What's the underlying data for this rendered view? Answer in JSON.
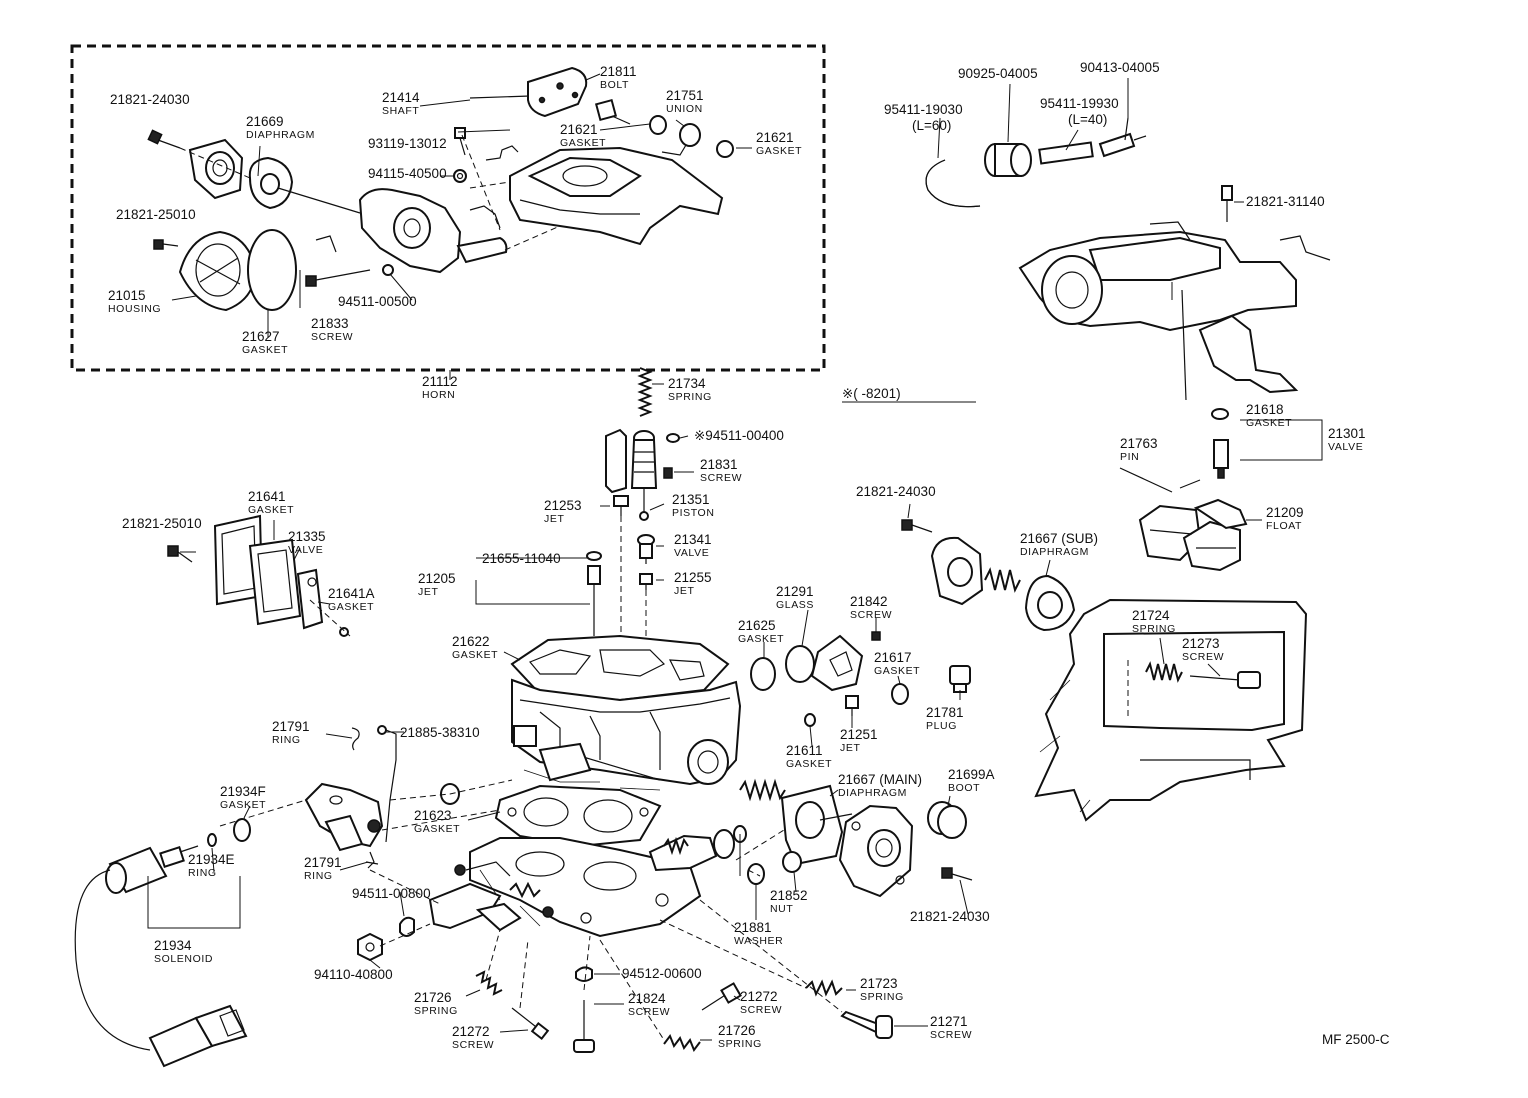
{
  "diagram": {
    "reference": "MF 2500-C",
    "note": "※(    -8201)",
    "labels": [
      {
        "id": "l01",
        "num": "21821-24030",
        "sub": ""
      },
      {
        "id": "l02",
        "num": "21669",
        "sub": "DIAPHRAGM"
      },
      {
        "id": "l03",
        "num": "21414",
        "sub": "SHAFT"
      },
      {
        "id": "l04",
        "num": "21811",
        "sub": "BOLT"
      },
      {
        "id": "l05",
        "num": "21751",
        "sub": "UNION"
      },
      {
        "id": "l06",
        "num": "21621",
        "sub": "GASKET"
      },
      {
        "id": "l07",
        "num": "21621",
        "sub": "GASKET"
      },
      {
        "id": "l08",
        "num": "93119-13012",
        "sub": ""
      },
      {
        "id": "l09",
        "num": "94115-40500",
        "sub": ""
      },
      {
        "id": "l10",
        "num": "21821-25010",
        "sub": ""
      },
      {
        "id": "l11",
        "num": "21015",
        "sub": "HOUSING"
      },
      {
        "id": "l12",
        "num": "21627",
        "sub": "GASKET"
      },
      {
        "id": "l13",
        "num": "21833",
        "sub": "SCREW"
      },
      {
        "id": "l14",
        "num": "94511-00500",
        "sub": ""
      },
      {
        "id": "l15",
        "num": "21112",
        "sub": "HORN"
      },
      {
        "id": "l16",
        "num": "90925-04005",
        "sub": ""
      },
      {
        "id": "l17",
        "num": "90413-04005",
        "sub": ""
      },
      {
        "id": "l18",
        "num": "95411-19030",
        "sub": "(L=60)"
      },
      {
        "id": "l19",
        "num": "95411-19930",
        "sub": "(L=40)"
      },
      {
        "id": "l20",
        "num": "21821-31140",
        "sub": ""
      },
      {
        "id": "l21",
        "num": "21734",
        "sub": "SPRING"
      },
      {
        "id": "l22",
        "num": "※94511-00400",
        "sub": ""
      },
      {
        "id": "l23",
        "num": "21831",
        "sub": "SCREW"
      },
      {
        "id": "l24",
        "num": "21253",
        "sub": "JET"
      },
      {
        "id": "l25",
        "num": "21351",
        "sub": "PISTON"
      },
      {
        "id": "l26",
        "num": "21341",
        "sub": "VALVE"
      },
      {
        "id": "l27",
        "num": "21255",
        "sub": "JET"
      },
      {
        "id": "l28",
        "num": "21655-11040",
        "sub": ""
      },
      {
        "id": "l29",
        "num": "21205",
        "sub": "JET"
      },
      {
        "id": "l30",
        "num": "21641",
        "sub": "GASKET"
      },
      {
        "id": "l31",
        "num": "21821-25010",
        "sub": ""
      },
      {
        "id": "l32",
        "num": "21335",
        "sub": "VALVE"
      },
      {
        "id": "l33",
        "num": "21641A",
        "sub": "GASKET"
      },
      {
        "id": "l34",
        "num": "21622",
        "sub": "GASKET"
      },
      {
        "id": "l35",
        "num": "21618",
        "sub": "GASKET"
      },
      {
        "id": "l36",
        "num": "21301",
        "sub": "VALVE"
      },
      {
        "id": "l37",
        "num": "21763",
        "sub": "PIN"
      },
      {
        "id": "l38",
        "num": "21821-24030",
        "sub": ""
      },
      {
        "id": "l39",
        "num": "21209",
        "sub": "FLOAT"
      },
      {
        "id": "l40",
        "num": "21667 (SUB)",
        "sub": "DIAPHRAGM"
      },
      {
        "id": "l41",
        "num": "21291",
        "sub": "GLASS"
      },
      {
        "id": "l42",
        "num": "21625",
        "sub": "GASKET"
      },
      {
        "id": "l43",
        "num": "21842",
        "sub": "SCREW"
      },
      {
        "id": "l44",
        "num": "21617",
        "sub": "GASKET"
      },
      {
        "id": "l45",
        "num": "21724",
        "sub": "SPRING"
      },
      {
        "id": "l46",
        "num": "21273",
        "sub": "SCREW"
      },
      {
        "id": "l47",
        "num": "21781",
        "sub": "PLUG"
      },
      {
        "id": "l48",
        "num": "21251",
        "sub": "JET"
      },
      {
        "id": "l49",
        "num": "21611",
        "sub": "GASKET"
      },
      {
        "id": "l50",
        "num": "21791",
        "sub": "RING"
      },
      {
        "id": "l51",
        "num": "21885-38310",
        "sub": ""
      },
      {
        "id": "l52",
        "num": "21667 (MAIN)",
        "sub": "DIAPHRAGM"
      },
      {
        "id": "l53",
        "num": "21699A",
        "sub": "BOOT"
      },
      {
        "id": "l54",
        "num": "21934F",
        "sub": "GASKET"
      },
      {
        "id": "l55",
        "num": "21623",
        "sub": "GASKET"
      },
      {
        "id": "l56",
        "num": "21791",
        "sub": "RING"
      },
      {
        "id": "l57",
        "num": "21934E",
        "sub": "RING"
      },
      {
        "id": "l58",
        "num": "94511-00800",
        "sub": ""
      },
      {
        "id": "l59",
        "num": "21852",
        "sub": "NUT"
      },
      {
        "id": "l60",
        "num": "21881",
        "sub": "WASHER"
      },
      {
        "id": "l61",
        "num": "21821-24030",
        "sub": ""
      },
      {
        "id": "l62",
        "num": "21934",
        "sub": "SOLENOID"
      },
      {
        "id": "l63",
        "num": "94110-40800",
        "sub": ""
      },
      {
        "id": "l64",
        "num": "94512-00600",
        "sub": ""
      },
      {
        "id": "l65",
        "num": "21723",
        "sub": "SPRING"
      },
      {
        "id": "l66",
        "num": "21726",
        "sub": "SPRING"
      },
      {
        "id": "l67",
        "num": "21824",
        "sub": "SCREW"
      },
      {
        "id": "l68",
        "num": "21272",
        "sub": "SCREW"
      },
      {
        "id": "l69",
        "num": "21271",
        "sub": "SCREW"
      },
      {
        "id": "l70",
        "num": "21272",
        "sub": "SCREW"
      },
      {
        "id": "l71",
        "num": "21726",
        "sub": "SPRING"
      }
    ]
  }
}
